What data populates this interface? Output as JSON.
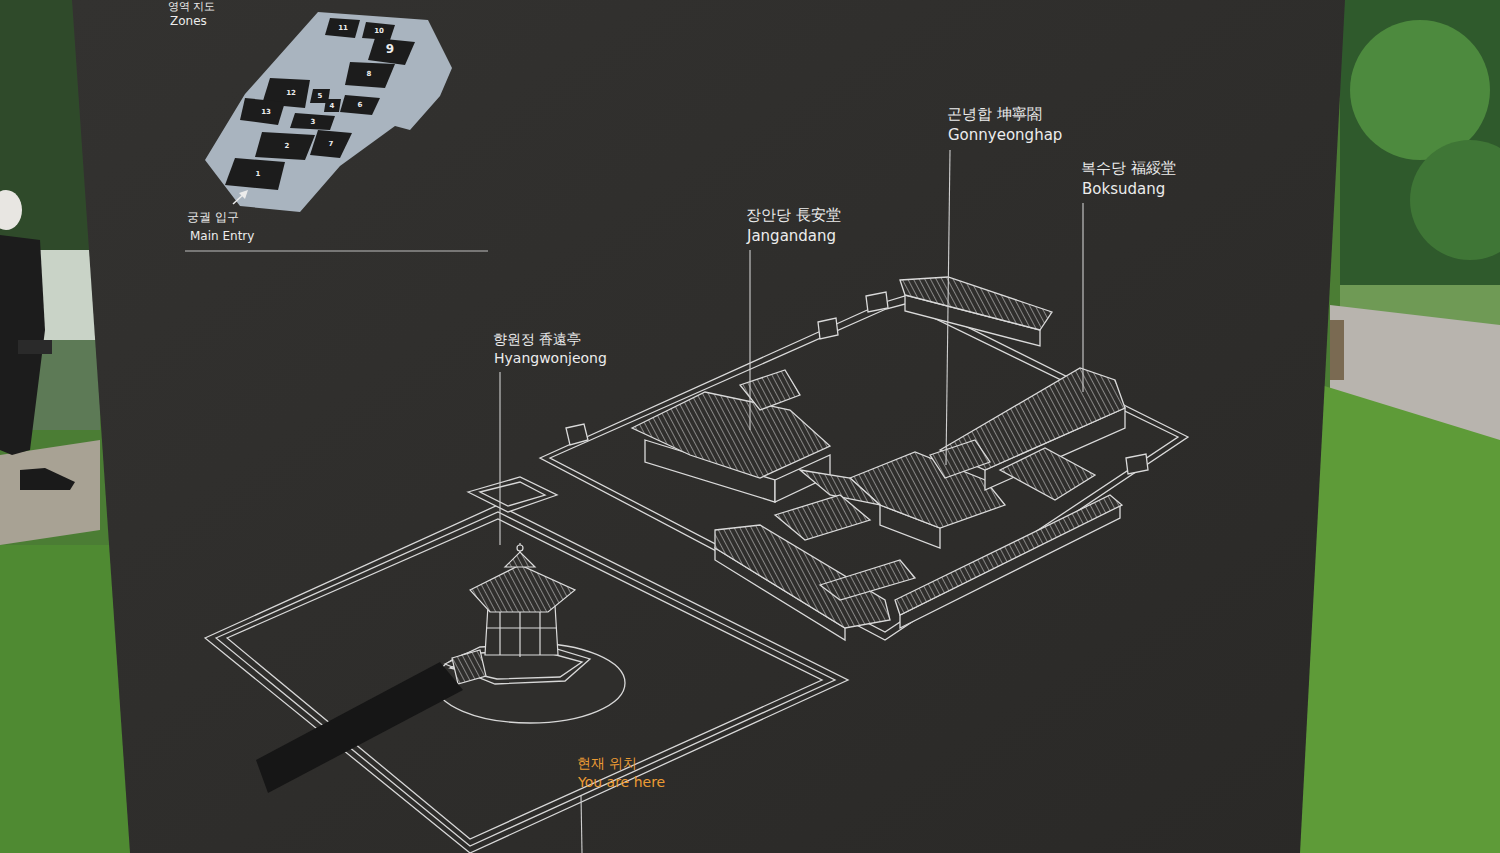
{
  "diagram": {
    "labels": [
      "영역 지도",
      "Zones",
      "11",
      "10",
      "9",
      "8",
      "12",
      "5",
      "4",
      "6",
      "13",
      "3",
      "2",
      "7",
      "1",
      "궁궐 입구",
      "Main Entry",
      "곤녕합 坤寧閤",
      "Gonnyeonghap",
      "복수당 福綏堂",
      "Boksudang",
      "장안당 長安堂",
      "Jangandang",
      "향원정 香遠亭",
      "Hyangwonjeong",
      "현재 위치",
      "You are here"
    ]
  }
}
